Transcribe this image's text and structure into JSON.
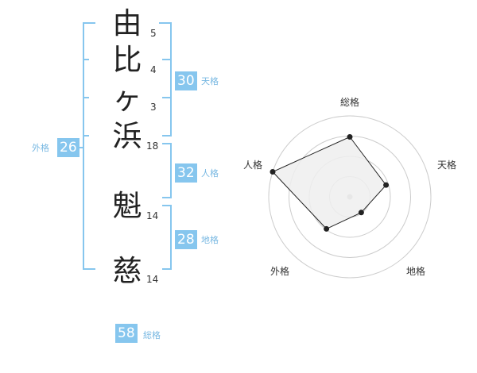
{
  "name_chars": [
    {
      "char": "由",
      "strokes": "5"
    },
    {
      "char": "比",
      "strokes": "4"
    },
    {
      "char": "ヶ",
      "strokes": "3"
    },
    {
      "char": "浜",
      "strokes": "18"
    },
    {
      "char": "魁",
      "strokes": "14"
    },
    {
      "char": "慈",
      "strokes": "14"
    }
  ],
  "kaku": {
    "tenkaku": {
      "value": "30",
      "label": "天格"
    },
    "jinkaku": {
      "value": "32",
      "label": "人格"
    },
    "chikaku": {
      "value": "28",
      "label": "地格"
    },
    "gaikaku": {
      "value": "26",
      "label": "外格"
    },
    "soukaku": {
      "value": "58",
      "label": "総格"
    }
  },
  "chart_data": {
    "type": "radar",
    "axes": [
      "総格",
      "天格",
      "地格",
      "外格",
      "人格"
    ],
    "values": [
      0.74,
      0.47,
      0.24,
      0.49,
      1.0
    ],
    "rings": 4,
    "colors": {
      "fill": "#eeeeee",
      "stroke": "#222222",
      "grid": "#cccccc",
      "center": "#bbbbbb"
    }
  }
}
